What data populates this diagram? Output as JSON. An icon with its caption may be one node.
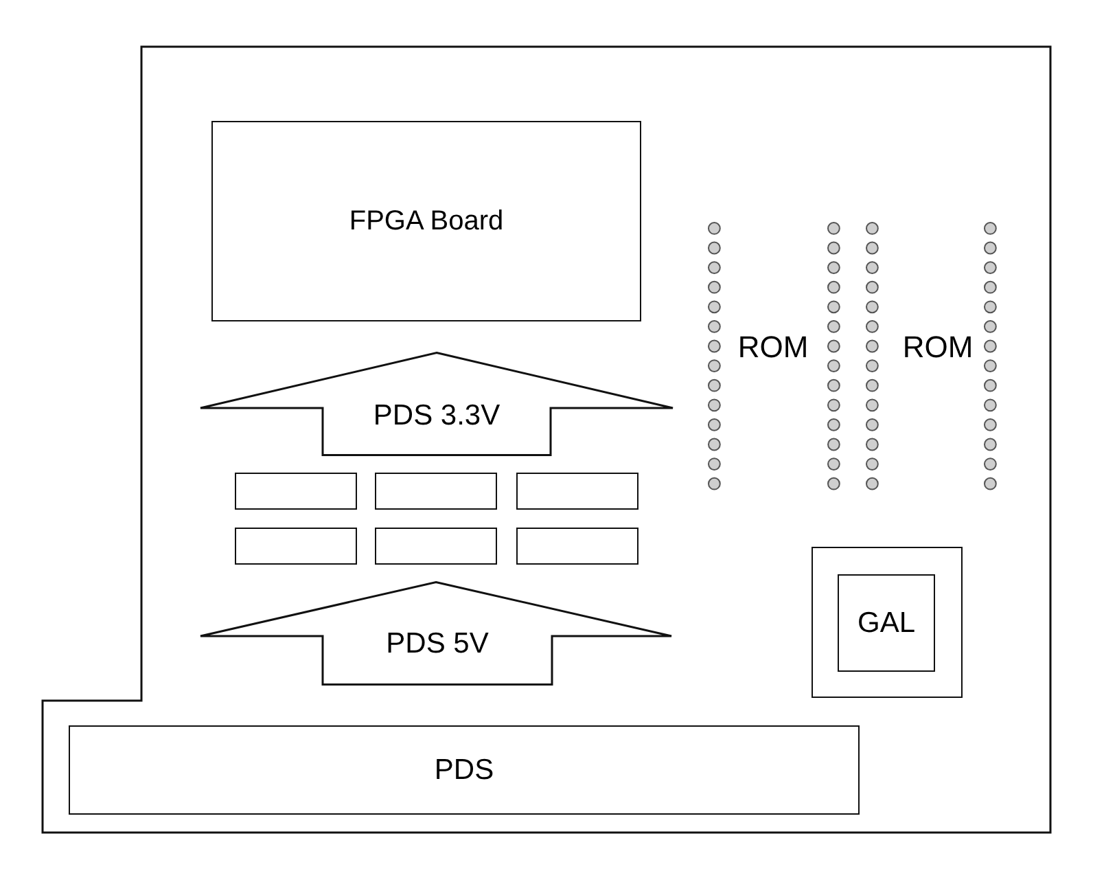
{
  "diagram": {
    "nodes": [
      {
        "text": [
          "FPGA Board"
        ]
      },
      {
        "text": [
          "PDS 3.3V"
        ]
      },
      {
        "text": [],
        "shape": "box"
      },
      {
        "text": [],
        "shape": "box"
      },
      {
        "text": [],
        "shape": "box"
      },
      {
        "text": [],
        "shape": "box"
      },
      {
        "text": [],
        "shape": "box"
      },
      {
        "text": [],
        "shape": "box"
      },
      {
        "text": [
          "PDS 5V"
        ]
      },
      {
        "text": [],
        "shape": "box"
      },
      {
        "text": [
          "GAL"
        ],
        "in": 9
      },
      {
        "text": [
          "PDS"
        ]
      }
    ],
    "labels": [
      "ROM",
      "ROM"
    ]
  }
}
